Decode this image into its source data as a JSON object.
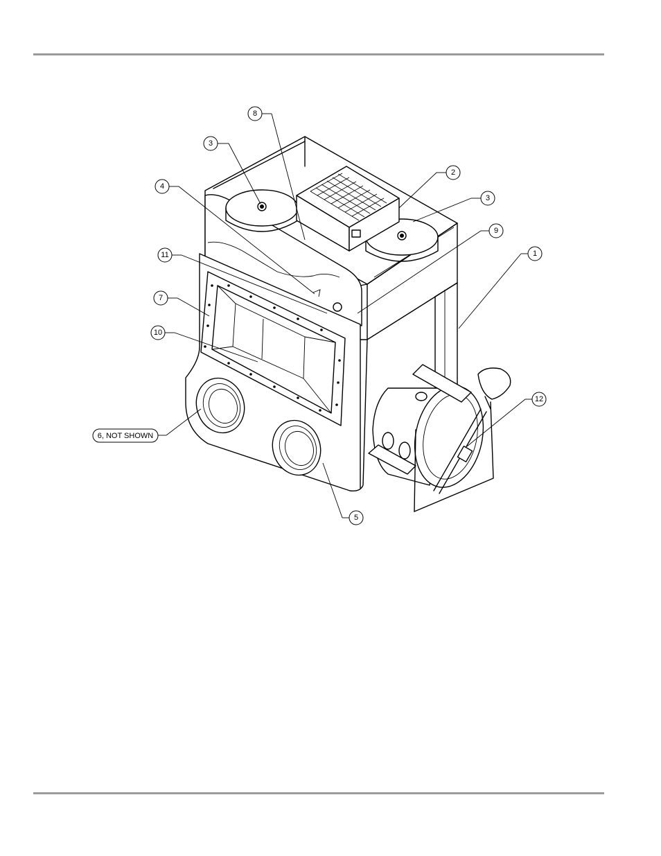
{
  "figure": {
    "callouts": [
      {
        "id": "c1",
        "label": "1"
      },
      {
        "id": "c2",
        "label": "2"
      },
      {
        "id": "c3a",
        "label": "3"
      },
      {
        "id": "c3b",
        "label": "3"
      },
      {
        "id": "c4",
        "label": "4"
      },
      {
        "id": "c5",
        "label": "5"
      },
      {
        "id": "c6",
        "label": "6, NOT SHOWN"
      },
      {
        "id": "c7",
        "label": "7"
      },
      {
        "id": "c8",
        "label": "8"
      },
      {
        "id": "c9",
        "label": "9"
      },
      {
        "id": "c10",
        "label": "10"
      },
      {
        "id": "c11",
        "label": "11"
      },
      {
        "id": "c12",
        "label": "12"
      }
    ]
  },
  "colors": {
    "rule": "#9a9a9a",
    "line": "#000000",
    "background": "#ffffff"
  }
}
